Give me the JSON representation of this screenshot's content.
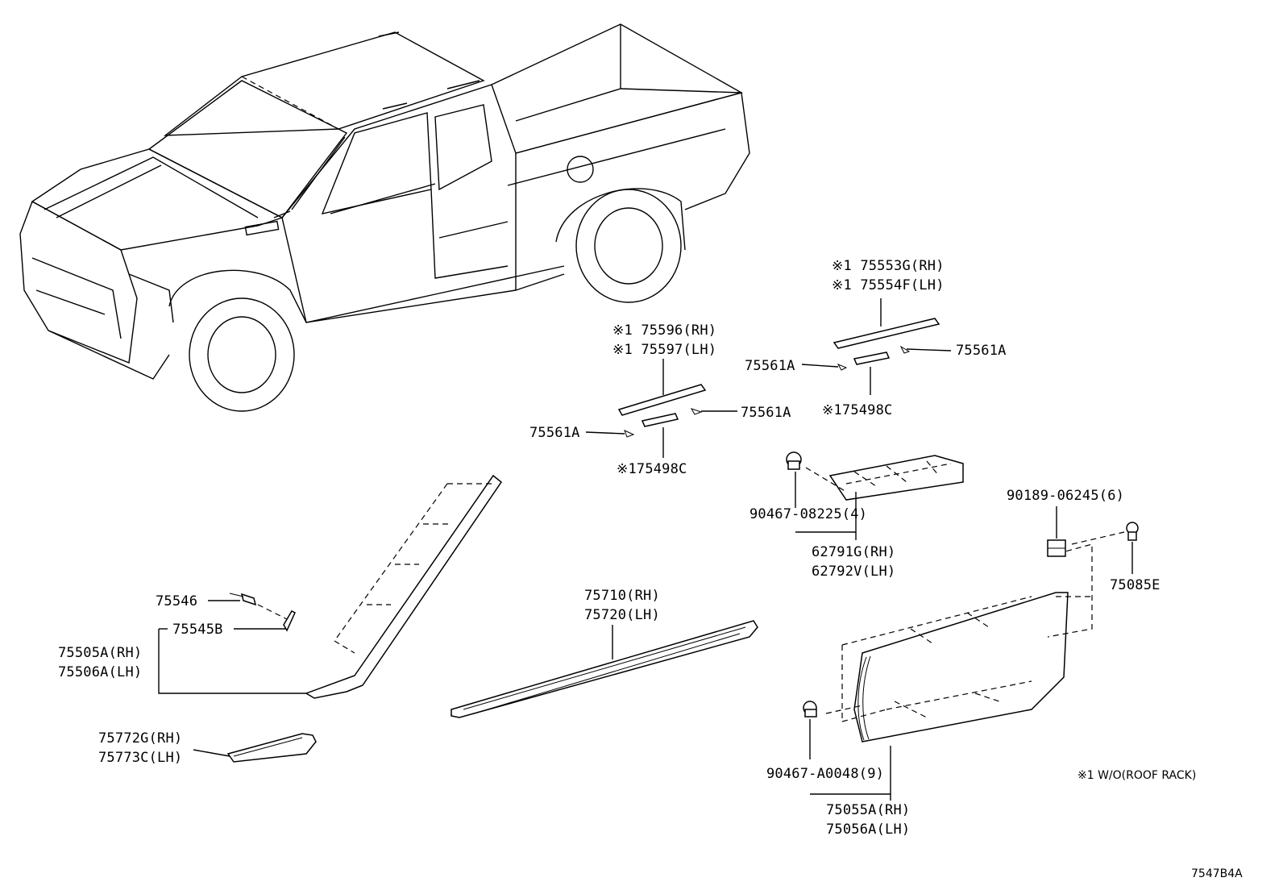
{
  "parts": {
    "p75553G": "※1 75553G(RH)",
    "p75554F": "※1 75554F(LH)",
    "p75561A_r1": "75561A",
    "p75561A_l1": "75561A",
    "p75498C_1": "※175498C",
    "p75596": "※1 75596(RH)",
    "p75597": "※1 75597(LH)",
    "p75561A_r2": "75561A",
    "p75561A_l2": "75561A",
    "p75498C_2": "※175498C",
    "p90467_08225": "90467-08225(4)",
    "p62791G": "62791G(RH)",
    "p62792V": "62792V(LH)",
    "p90189": "90189-06245(6)",
    "p75085E": "75085E",
    "p75546": "75546",
    "p75545B": "75545B",
    "p75505A": "75505A(RH)",
    "p75506A": "75506A(LH)",
    "p75710": "75710(RH)",
    "p75720": "75720(LH)",
    "p75772G": "75772G(RH)",
    "p75773C": "75773C(LH)",
    "p90467_A0048": "90467-A0048(9)",
    "p75055A": "75055A(RH)",
    "p75056A": "75056A(LH)"
  },
  "note": "※1 W/O(ROOF RACK)",
  "diagram_code": "7547B4A"
}
